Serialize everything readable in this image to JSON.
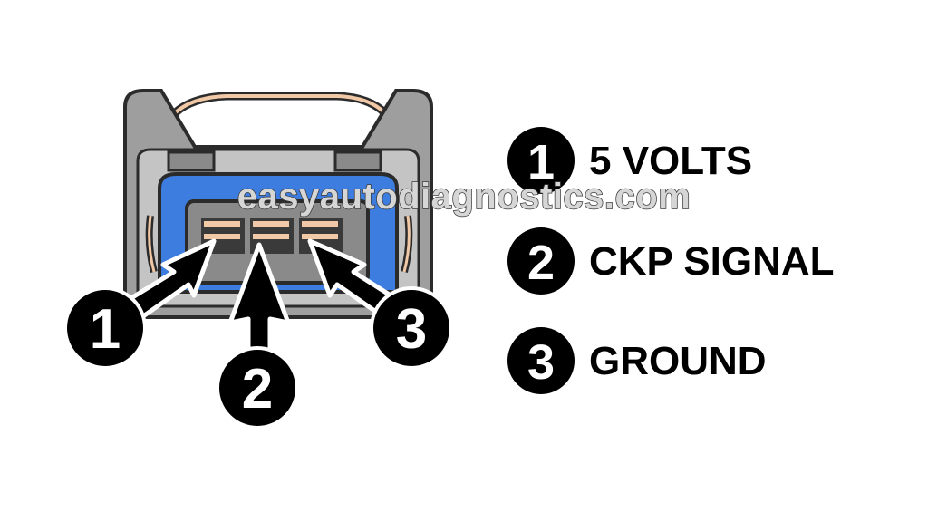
{
  "watermark": "easyautodiagnostics.com",
  "callouts": [
    {
      "number": "1"
    },
    {
      "number": "2"
    },
    {
      "number": "3"
    }
  ],
  "legend": [
    {
      "number": "1",
      "label": "5 VOLTS"
    },
    {
      "number": "2",
      "label": "CKP SIGNAL"
    },
    {
      "number": "3",
      "label": "GROUND"
    }
  ],
  "colors": {
    "housing": "#9e9e9e",
    "housing_light": "#c4c4c4",
    "insert_blue": "#3d7de0",
    "latch_wire": "#f2c9a6",
    "cavity": "#3a3a3a",
    "terminal": "#f2c9a6"
  }
}
